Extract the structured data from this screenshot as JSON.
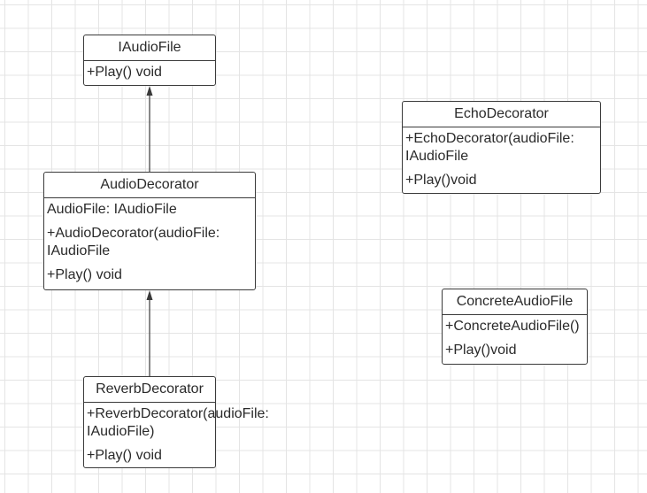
{
  "diagram": {
    "classes": {
      "iaudiofile": {
        "name": "IAudioFile",
        "members": [
          "+Play() void"
        ]
      },
      "audiodecorator": {
        "name": "AudioDecorator",
        "members": [
          "AudioFile: IAudioFile",
          "+AudioDecorator(audioFile: IAudioFile",
          "+Play() void"
        ]
      },
      "reverbdecorator": {
        "name": "ReverbDecorator",
        "members": [
          "+ReverbDecorator(audioFile: IAudioFile)",
          "+Play() void"
        ]
      },
      "echodecorator": {
        "name": "EchoDecorator",
        "members": [
          "+EchoDecorator(audioFile: IAudioFile",
          "+Play()void"
        ]
      },
      "concreteaudiofile": {
        "name": "ConcreteAudioFile",
        "members": [
          "+ConcreteAudioFile()",
          "+Play()void"
        ]
      }
    },
    "relations": [
      {
        "from": "audiodecorator",
        "to": "iaudiofile",
        "type": "inheritance"
      },
      {
        "from": "reverbdecorator",
        "to": "audiodecorator",
        "type": "inheritance"
      }
    ],
    "colors": {
      "border": "#3a3a3a",
      "grid": "#e4e4e4",
      "background": "#ffffff"
    }
  }
}
